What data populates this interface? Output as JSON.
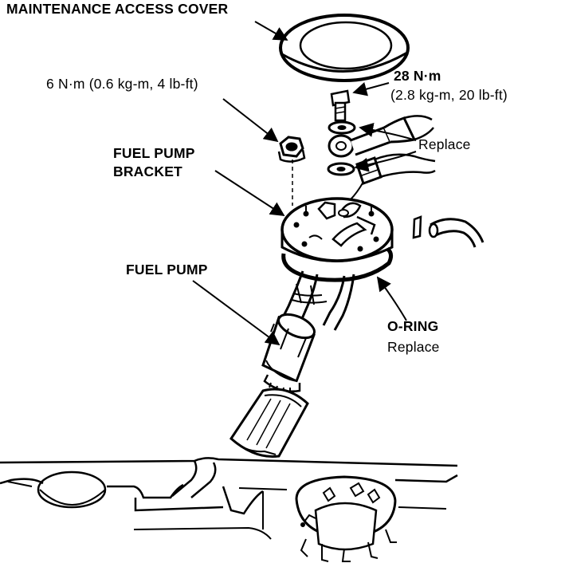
{
  "labels": {
    "maintenance_cover": "MAINTENANCE ACCESS COVER",
    "nut_torque": "6 N·m (0.6 kg-m, 4 lb-ft)",
    "bolt_torque_line1": "28 N·m",
    "bolt_torque_line2": "(2.8 kg-m, 20 lb-ft)",
    "replace_washers": "Replace",
    "bracket_line1": "FUEL PUMP",
    "bracket_line2": "BRACKET",
    "fuel_pump": "FUEL PUMP",
    "oring": "O-RING",
    "oring_note": "Replace"
  },
  "colors": {
    "ink": "#000000",
    "paper": "#ffffff"
  }
}
